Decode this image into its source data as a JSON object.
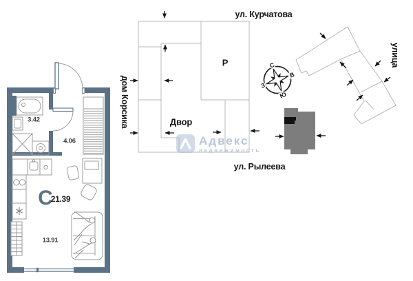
{
  "plan": {
    "type_letter": "С",
    "total_area": "21.39",
    "bathroom_area": "3.42",
    "hallway_area": "4.06",
    "room_area": "13.91"
  },
  "site": {
    "street_top": "ул. Курчатова",
    "street_bottom": "ул. Рылеева",
    "street_right": "улица",
    "neighbor_house": "дом Корсика",
    "courtyard": "Двор",
    "parking": "Р",
    "compass": {
      "n": "С",
      "e": "В",
      "s": "Ю",
      "w": "З"
    }
  },
  "watermark": {
    "brand": "Адвекс",
    "tagline": "недвижимость"
  },
  "colors": {
    "wall": "#5b7186",
    "furniture_line": "#9b9b9b",
    "site_line": "#b8b8b8",
    "subject_building": "#7d7d7d",
    "unit_marker": "#111111",
    "watermark": "#a6b7d0"
  }
}
